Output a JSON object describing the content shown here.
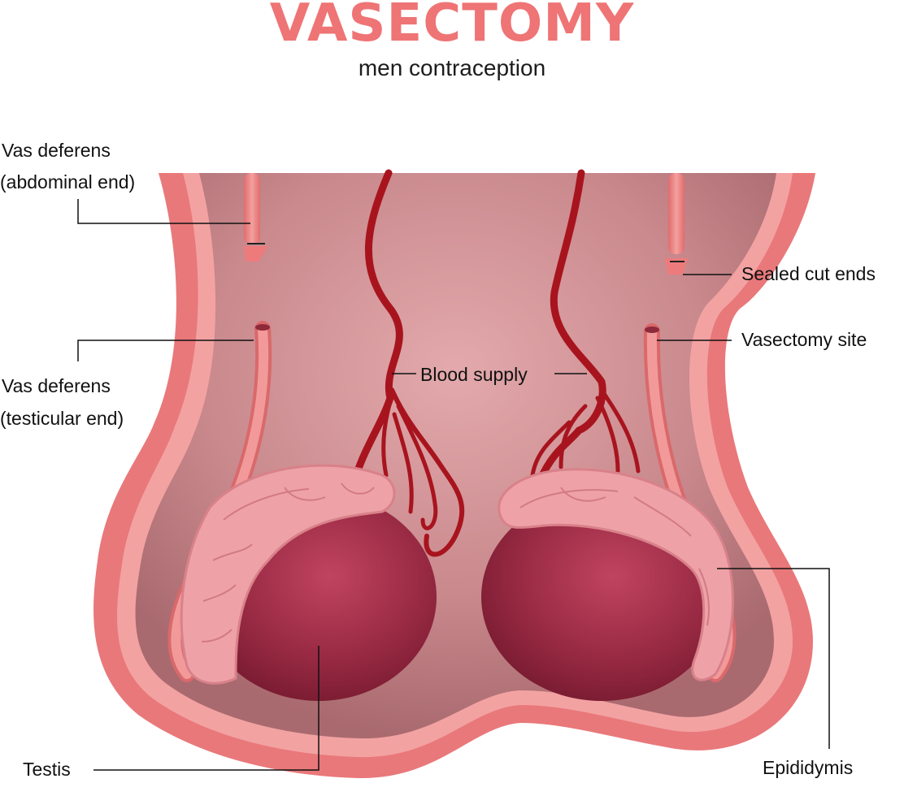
{
  "title": "VASECTOMY",
  "subtitle": "men contraception",
  "labels": {
    "vas_abdominal_line1": "Vas deferens",
    "vas_abdominal_line2": "(abdominal end)",
    "sealed_cut_ends": "Sealed cut ends",
    "vasectomy_site": "Vasectomy site",
    "vas_testicular_line1": "Vas deferens",
    "vas_testicular_line2": "(testicular end)",
    "blood_supply": "Blood supply",
    "testis": "Testis",
    "epididymis": "Epididymis"
  },
  "colors": {
    "title": "#ef7475",
    "skin_outer": "#e9787a",
    "skin_inner": "#f3a2a2",
    "cavity": "#c98a8d",
    "testis": "#8e2139",
    "epididymis": "#eea2a8",
    "blood_vessel": "#a8141e",
    "vas_deferens": "#ee8a88"
  }
}
